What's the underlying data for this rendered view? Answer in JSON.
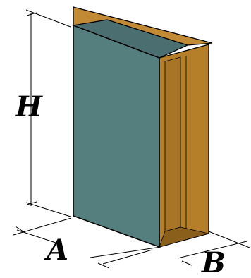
{
  "labels": {
    "height": "H",
    "depth": "A",
    "width": "B"
  },
  "colors": {
    "front_face": "#557f7f",
    "top_face": "#4b6e70",
    "side_face": "#b57f29",
    "side_shadow": "#8a5f1c",
    "lid_flap": "#c28a35",
    "outline": "#000000",
    "dimension_line": "#000000",
    "label_text": "#000000",
    "background": "#ffffff"
  },
  "object": "box-with-open-top-flap"
}
